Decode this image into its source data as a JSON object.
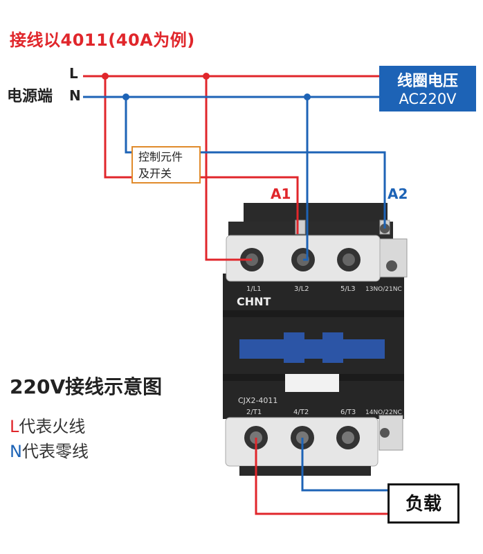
{
  "title": "接线以4011(40A为例)",
  "power_source": {
    "label": "电源端",
    "live": "L",
    "neutral": "N"
  },
  "coil_voltage_box": {
    "title": "线圈电压",
    "voltage": "AC220V"
  },
  "control_element": {
    "line1": "控制元件",
    "line2": "及开关"
  },
  "terminals": {
    "a1": "A1",
    "a2": "A2"
  },
  "contactor": {
    "brand": "CHNT",
    "model": "CJX2-4011",
    "top_labels": [
      "1/L1",
      "3/L2",
      "5/L3",
      "13NO/21NC"
    ],
    "bottom_labels": [
      "2/T1",
      "4/T2",
      "6/T3",
      "14NO/22NC"
    ]
  },
  "diagram_caption": "220V接线示意图",
  "legend": {
    "l_letter": "L",
    "l_text": "代表火线",
    "n_letter": "N",
    "n_text": "代表零线"
  },
  "load_label": "负载",
  "colors": {
    "live": "#e0262b",
    "neutral": "#1d63b6",
    "control_border": "#e08a2a",
    "body_dark": "#222222",
    "housing_light": "#e6e6e6"
  }
}
